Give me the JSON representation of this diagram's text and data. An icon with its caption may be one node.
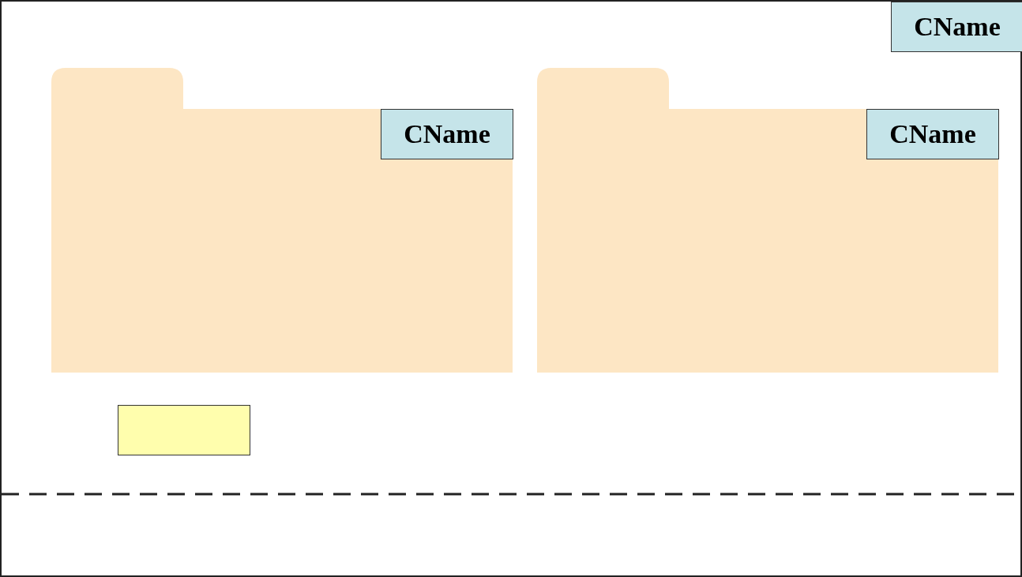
{
  "diagram": {
    "nodes": [
      {
        "text": [],
        "shape": "box"
      },
      {
        "text": [
          "CName"
        ],
        "in": 0
      },
      {
        "text": [],
        "shape": "folder",
        "in": 0
      },
      {
        "text": [
          "CName"
        ],
        "in": 2
      },
      {
        "text": [],
        "shape": "folder",
        "in": 0
      },
      {
        "text": [
          "CName"
        ],
        "in": 4
      },
      {
        "text": [],
        "shape": "box",
        "in": 0
      }
    ]
  }
}
